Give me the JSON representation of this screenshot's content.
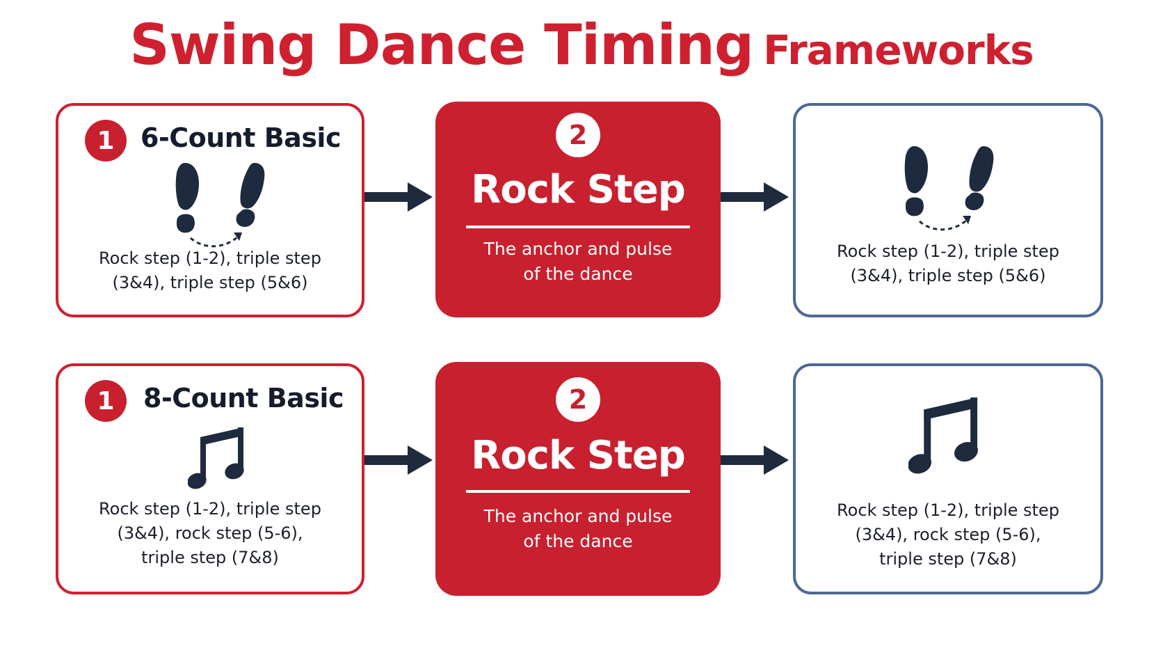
{
  "title": {
    "part1": "Swing Dance Timing",
    "part2": "Frameworks"
  },
  "colors": {
    "red": "#c8202f",
    "navy": "#1e2a3e",
    "blue_border": "#4d6896"
  },
  "rows": [
    {
      "left": {
        "number": "1",
        "title": "6-Count Basic",
        "icon": "footprints-icon",
        "desc_lines": [
          "Rock step (1-2), triple step",
          "(3&4), triple step (5&6)"
        ]
      },
      "middle": {
        "number": "2",
        "title": "Rock Step",
        "sub_lines": [
          "The anchor and pulse",
          "of the dance"
        ]
      },
      "right": {
        "icon": "footprints-icon",
        "desc_lines": [
          "Rock step (1-2), triple step",
          "(3&4), triple step (5&6)"
        ]
      }
    },
    {
      "left": {
        "number": "1",
        "title": "8-Count Basic",
        "icon": "music-note-icon",
        "desc_lines": [
          "Rock step (1-2), triple step",
          "(3&4), rock step (5-6),",
          "triple step (7&8)"
        ]
      },
      "middle": {
        "number": "2",
        "title": "Rock Step",
        "sub_lines": [
          "The anchor and pulse",
          "of the dance"
        ]
      },
      "right": {
        "icon": "music-note-icon",
        "desc_lines": [
          "Rock step (1-2), triple step",
          "(3&4), rock step (5-6),",
          "triple step (7&8)"
        ]
      }
    }
  ]
}
